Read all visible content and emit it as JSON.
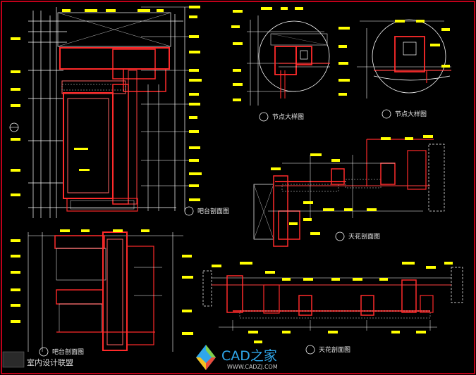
{
  "titles": {
    "balcony_top": "吧台剖面图",
    "node_a": "节点大样图",
    "node_b": "节点大样图",
    "ceiling_right": "天花剖面图",
    "balcony_bottom": "吧台剖面图",
    "ceiling_bottom": "天花剖面图"
  },
  "watermark": {
    "brand": "CAD之家",
    "url": "WWW.CADZJ.COM",
    "left_mark": "室内设计联盟"
  },
  "colors": {
    "background": "#000000",
    "border": "#c0001a",
    "annotation": "#ffff00",
    "section": "#ff2a2a",
    "leader": "#ffffff",
    "brand": "#2fa6ea"
  }
}
